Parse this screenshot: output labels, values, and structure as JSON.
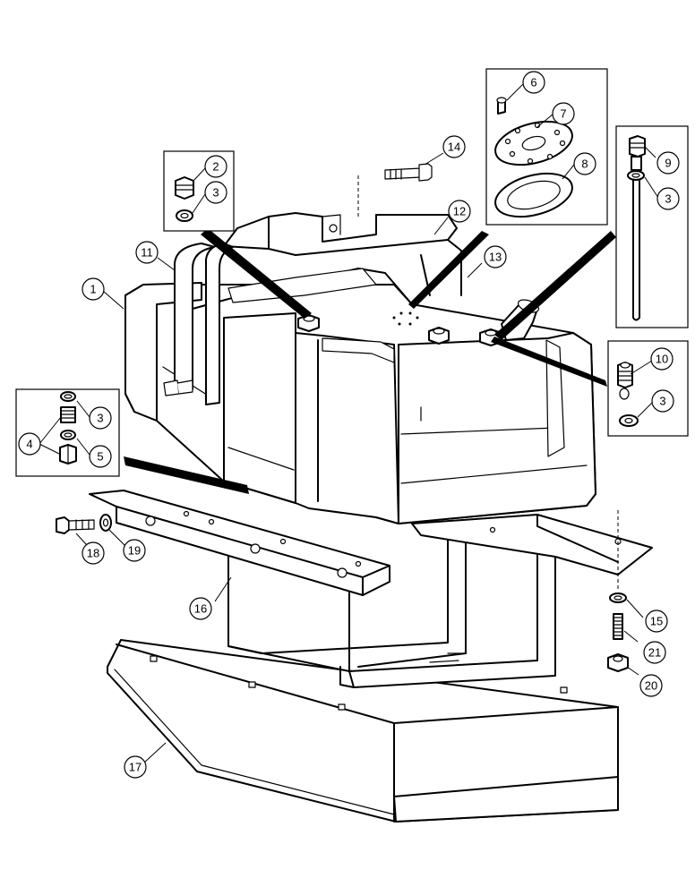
{
  "callouts": [
    {
      "id": "c1",
      "label": "1"
    },
    {
      "id": "c2",
      "label": "2"
    },
    {
      "id": "c3a",
      "label": "3"
    },
    {
      "id": "c3b",
      "label": "3"
    },
    {
      "id": "c3c",
      "label": "3"
    },
    {
      "id": "c3d",
      "label": "3"
    },
    {
      "id": "c4",
      "label": "4"
    },
    {
      "id": "c5",
      "label": "5"
    },
    {
      "id": "c6",
      "label": "6"
    },
    {
      "id": "c7",
      "label": "7"
    },
    {
      "id": "c8",
      "label": "8"
    },
    {
      "id": "c9",
      "label": "9"
    },
    {
      "id": "c10",
      "label": "10"
    },
    {
      "id": "c11",
      "label": "11"
    },
    {
      "id": "c12",
      "label": "12"
    },
    {
      "id": "c13",
      "label": "13"
    },
    {
      "id": "c14",
      "label": "14"
    },
    {
      "id": "c15",
      "label": "15"
    },
    {
      "id": "c16",
      "label": "16"
    },
    {
      "id": "c17",
      "label": "17"
    },
    {
      "id": "c18",
      "label": "18"
    },
    {
      "id": "c19",
      "label": "19"
    },
    {
      "id": "c20",
      "label": "20"
    },
    {
      "id": "c21",
      "label": "21"
    }
  ]
}
